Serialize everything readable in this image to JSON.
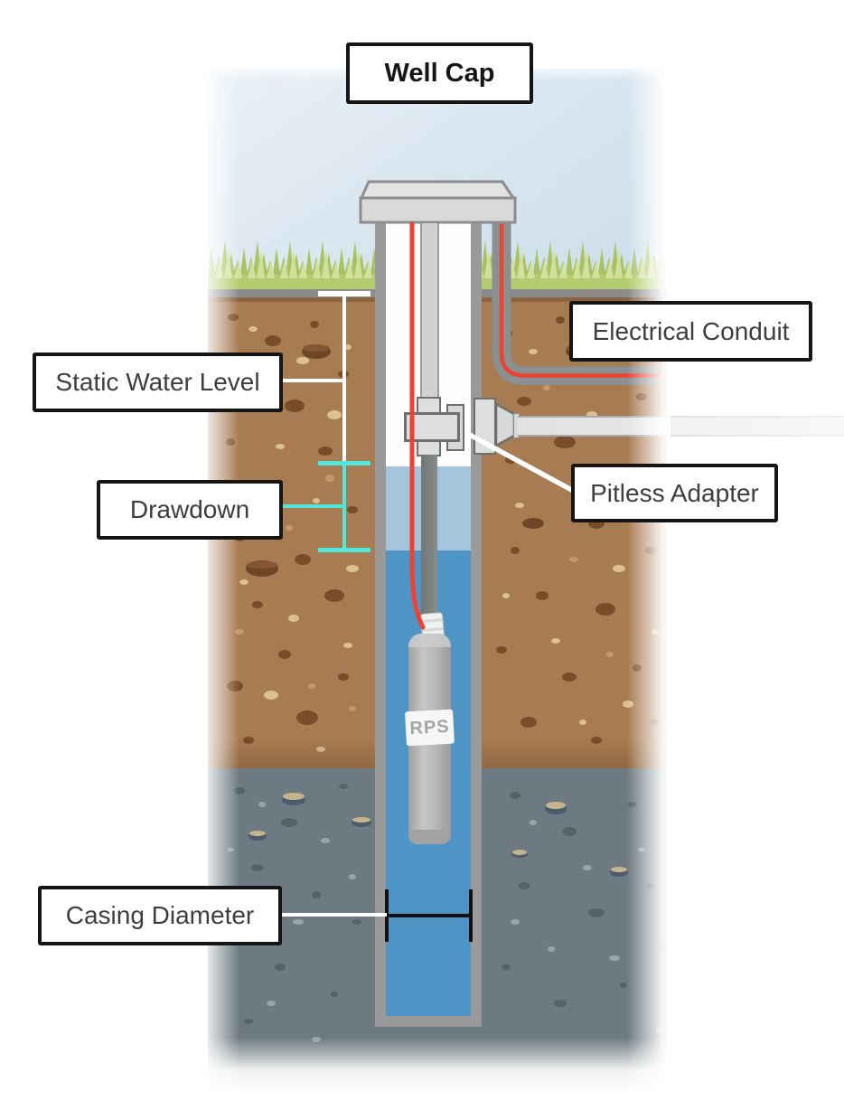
{
  "labels": {
    "well_cap": "Well Cap",
    "electrical_conduit": "Electrical Conduit",
    "static_water_level": "Static Water Level",
    "drawdown": "Drawdown",
    "pitless_adapter": "Pitless Adapter",
    "casing_diameter": "Casing Diameter"
  },
  "pump": {
    "brand": "RPS"
  },
  "colors": {
    "sky": "#d9e6f0",
    "grass": "#b4cc70",
    "soil": "#a87c52",
    "saturated_soil": "#6d7a81",
    "water_upper": "#a5c5dc",
    "water_lower": "#4e95c6",
    "casing": "#9a9a9a",
    "steel": "#d9dcdb",
    "wire_red": "#ee4132",
    "measure_cyan": "#55e6da",
    "measure_white": "#ffffff",
    "bracket_black": "#111111"
  }
}
